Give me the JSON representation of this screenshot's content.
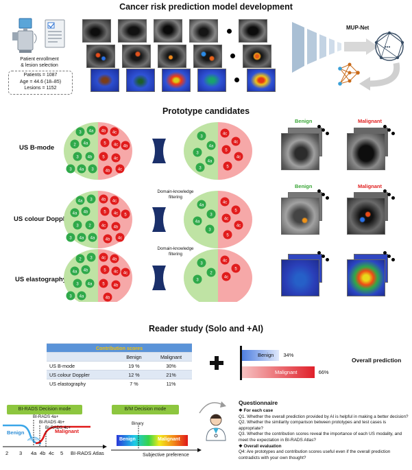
{
  "section1": {
    "title": "Cancer risk prediction model development",
    "enrollment_label": "Patient enrollment\n& lesion selection",
    "stats": [
      "Patients = 1087",
      "Age = 44.6 (18–85)",
      "Lesions = 1152"
    ],
    "model_name": "MUP-Net"
  },
  "section2": {
    "title": "Prototype candidates",
    "modalities": [
      "US B-mode",
      "US colour Doppler",
      "US elastography"
    ],
    "filter_label": "Domain-knowledge\nfiltering",
    "benign_label": "Benign",
    "malignant_label": "Malignant",
    "rows": [
      {
        "left_green": [
          "3",
          "4a",
          "2",
          "4a",
          "3",
          "4b",
          "4a",
          "3",
          "3"
        ],
        "left_red": [
          "4b",
          "4c",
          "5",
          "4c",
          "4b",
          "5",
          "4c",
          "4b",
          "4c"
        ],
        "right_green": [
          "3",
          "4a",
          "3",
          "4a",
          "3"
        ],
        "right_red": [
          "4c",
          "4c",
          "5",
          "4c",
          "5"
        ]
      },
      {
        "left_green": [
          "4a",
          "3",
          "4a",
          "4b",
          "3",
          "2",
          "4a",
          "3",
          "4a"
        ],
        "left_red": [
          "4b",
          "4c",
          "5",
          "4c",
          "5",
          "4c",
          "4b",
          "4b",
          "4c"
        ],
        "right_green": [
          "4a",
          "3",
          "4a",
          "3"
        ],
        "right_red": [
          "4c",
          "5",
          "4c",
          "4c",
          "5"
        ]
      },
      {
        "left_green": [
          "2",
          "3",
          "4a",
          "4b",
          "3",
          "4a",
          "4a",
          "3"
        ],
        "left_red": [
          "4c",
          "4b",
          "5",
          "4c",
          "4c",
          "5",
          "4b",
          "4b"
        ],
        "right_green": [
          "3",
          "2",
          "3"
        ],
        "right_red": [
          "4c",
          "5",
          "4c"
        ]
      }
    ]
  },
  "section3": {
    "title": "Reader study (Solo and +AI)",
    "table": {
      "title": "Contribution scores",
      "headers": [
        "",
        "Benign",
        "Malignant"
      ],
      "rows": [
        [
          "US B-mode",
          "19 %",
          "30%"
        ],
        [
          "US colour Doppler",
          "12 %",
          "21%"
        ],
        [
          "US elastography",
          "7 %",
          "11%"
        ]
      ]
    },
    "prediction": {
      "label": "Overall prediction",
      "bars": [
        {
          "name": "Benign",
          "value": 34,
          "text": "34%",
          "color": "#4f7fe0"
        },
        {
          "name": "Malignant",
          "value": 66,
          "text": "66%",
          "color": "#e0202a"
        }
      ]
    }
  },
  "section4": {
    "birads_title": "BI-RADS Decision mode",
    "bm_title": "B/M Decision mode",
    "curve_labels": [
      "BI-RADS 4a+",
      "BI-RADS 4b+",
      "BI-RADS 4c+"
    ],
    "benign": "Benign",
    "malignant": "Malignant",
    "ticks": [
      "2",
      "3",
      "4a",
      "4b",
      "4c",
      "5"
    ],
    "axis_label": "BI-RADS Atlas",
    "binary": "Binary",
    "subjective": "Subjective preference",
    "questionnaire": {
      "title": "Questionnaire",
      "for_each": "For each case",
      "q1": "Q1. Whether the overall prediction provided by AI is helpful in making a better decision?",
      "q2": "Q2. Whether the similarity comparison between prototypes and test cases is appropriate?",
      "q3": "Q3. Whether the contribution scores reveal the importance of each US modality, and meet the expectation in BI-RADS Atlas?",
      "overall": "Overall evaluation",
      "q4": "Q4:  Are prototypes and contribution scores useful even if the overall prediction contradicts with your own thought?"
    }
  }
}
